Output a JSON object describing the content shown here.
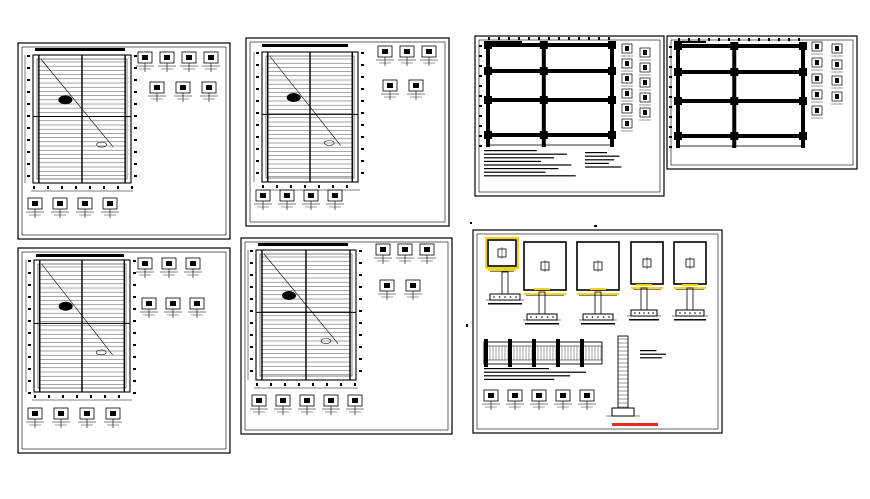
{
  "drawing": {
    "sheets": [
      {
        "id": "sheet-1",
        "kind": "framing-plan"
      },
      {
        "id": "sheet-2",
        "kind": "framing-plan"
      },
      {
        "id": "sheet-3",
        "kind": "grid-plan"
      },
      {
        "id": "sheet-4",
        "kind": "grid-plan"
      },
      {
        "id": "sheet-5",
        "kind": "framing-plan"
      },
      {
        "id": "sheet-6",
        "kind": "framing-plan"
      },
      {
        "id": "sheet-7",
        "kind": "footing-details"
      }
    ],
    "colors": {
      "background": "#ffffff",
      "line": "#000000",
      "highlight_yellow": "#f2d21b",
      "highlight_red": "#e03020"
    }
  }
}
